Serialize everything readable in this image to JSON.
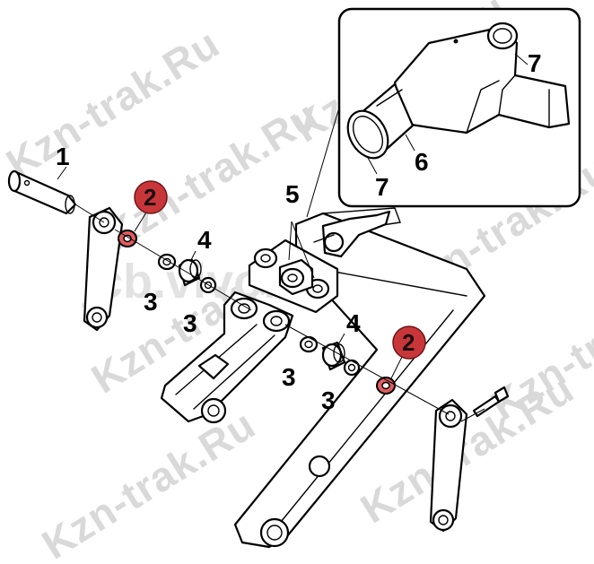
{
  "watermark": {
    "site_text": "Kzn-trak.Ru",
    "brand_text": "jcb.vivo.ru"
  },
  "colors": {
    "highlight": "#c9363a",
    "line": "#000000",
    "watermark": "#d9d9d9"
  },
  "callouts": {
    "c1": "1",
    "c2a": "2",
    "c2b": "2",
    "c3a": "3",
    "c3b": "3",
    "c3c": "3",
    "c3d": "3",
    "c4a": "4",
    "c4b": "4",
    "c5": "5",
    "inset_6": "6",
    "inset_7a": "7",
    "inset_7b": "7"
  }
}
